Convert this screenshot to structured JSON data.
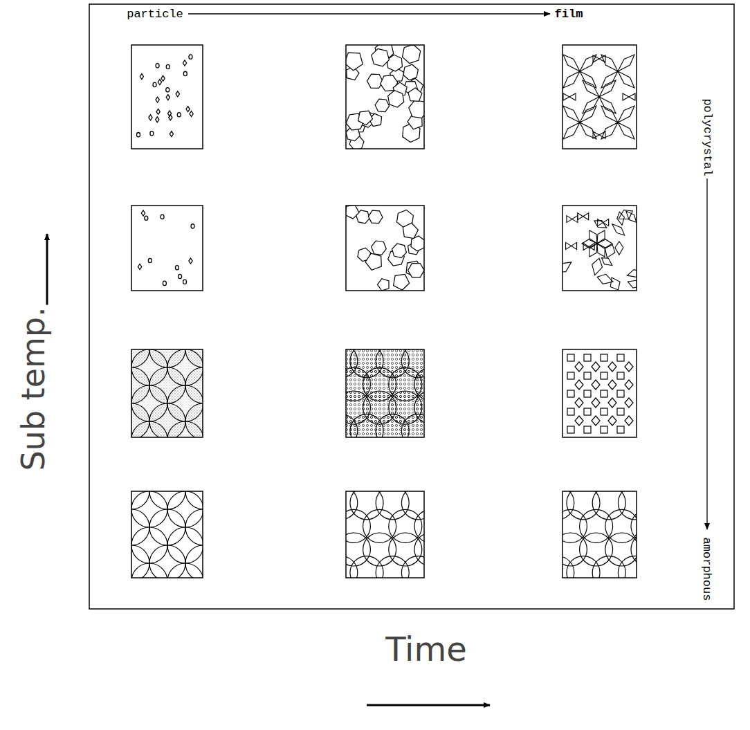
{
  "diagram": {
    "labels": [
      "particle",
      "film",
      "polycrystal",
      "amorphous",
      "Sub temp.",
      "Time"
    ]
  }
}
